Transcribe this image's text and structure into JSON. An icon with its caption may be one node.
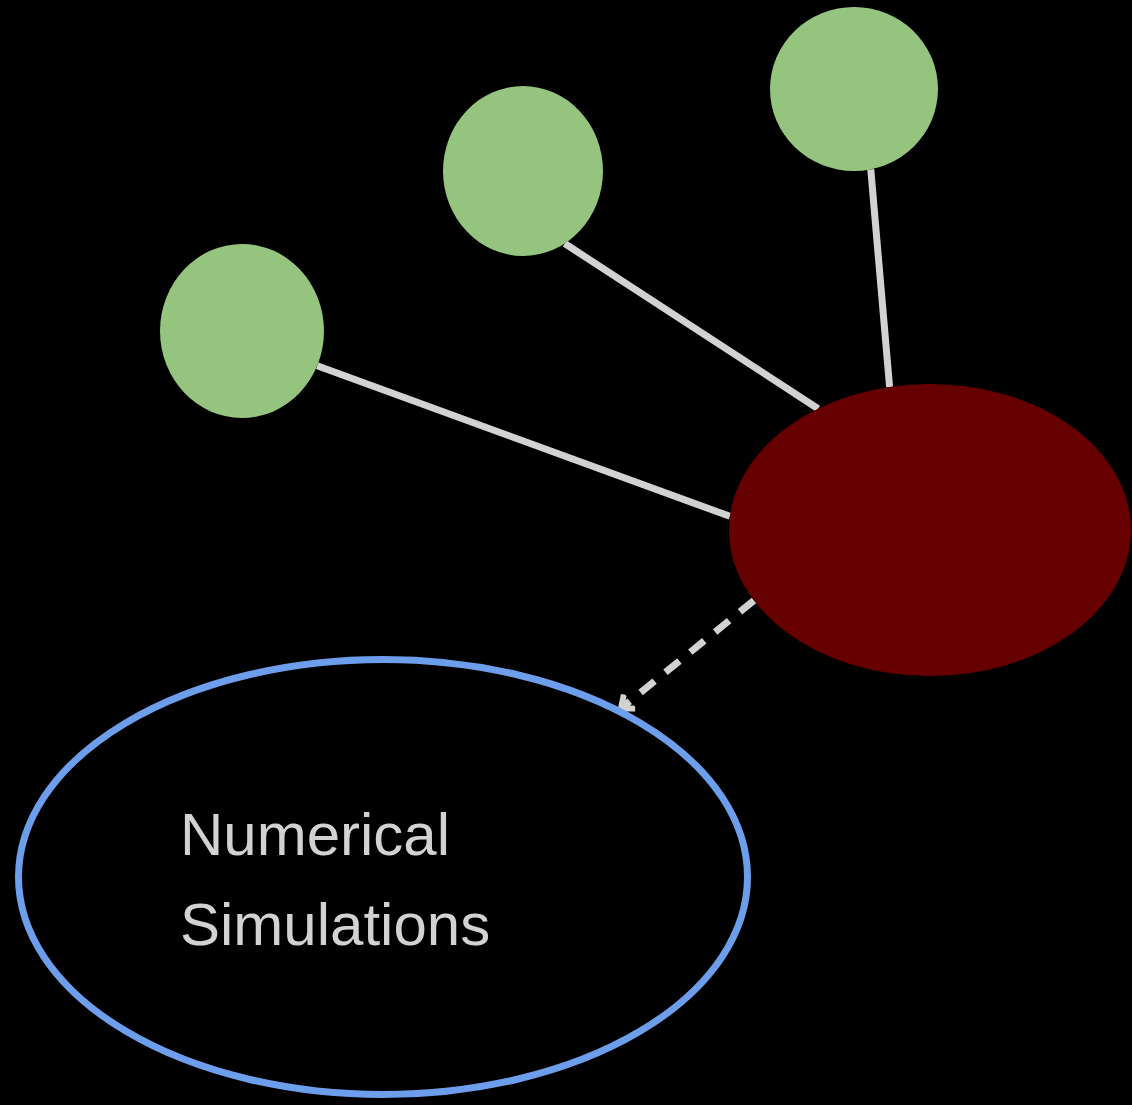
{
  "diagram": {
    "nodes": [
      {
        "text": [],
        "shape": "circle"
      },
      {
        "text": [],
        "shape": "circle"
      },
      {
        "text": [],
        "shape": "circle"
      },
      {
        "text": [],
        "shape": "circle"
      },
      {
        "text": [
          "Numerical Simulations"
        ]
      }
    ],
    "edges": [
      {
        "from": 0,
        "to": 3,
        "arrow": "none"
      },
      {
        "from": 1,
        "to": 3,
        "arrow": "none"
      },
      {
        "from": 2,
        "to": 3,
        "arrow": "none"
      },
      {
        "from": 3,
        "to": 4,
        "arrow": "to",
        "style": "dashed"
      }
    ]
  }
}
